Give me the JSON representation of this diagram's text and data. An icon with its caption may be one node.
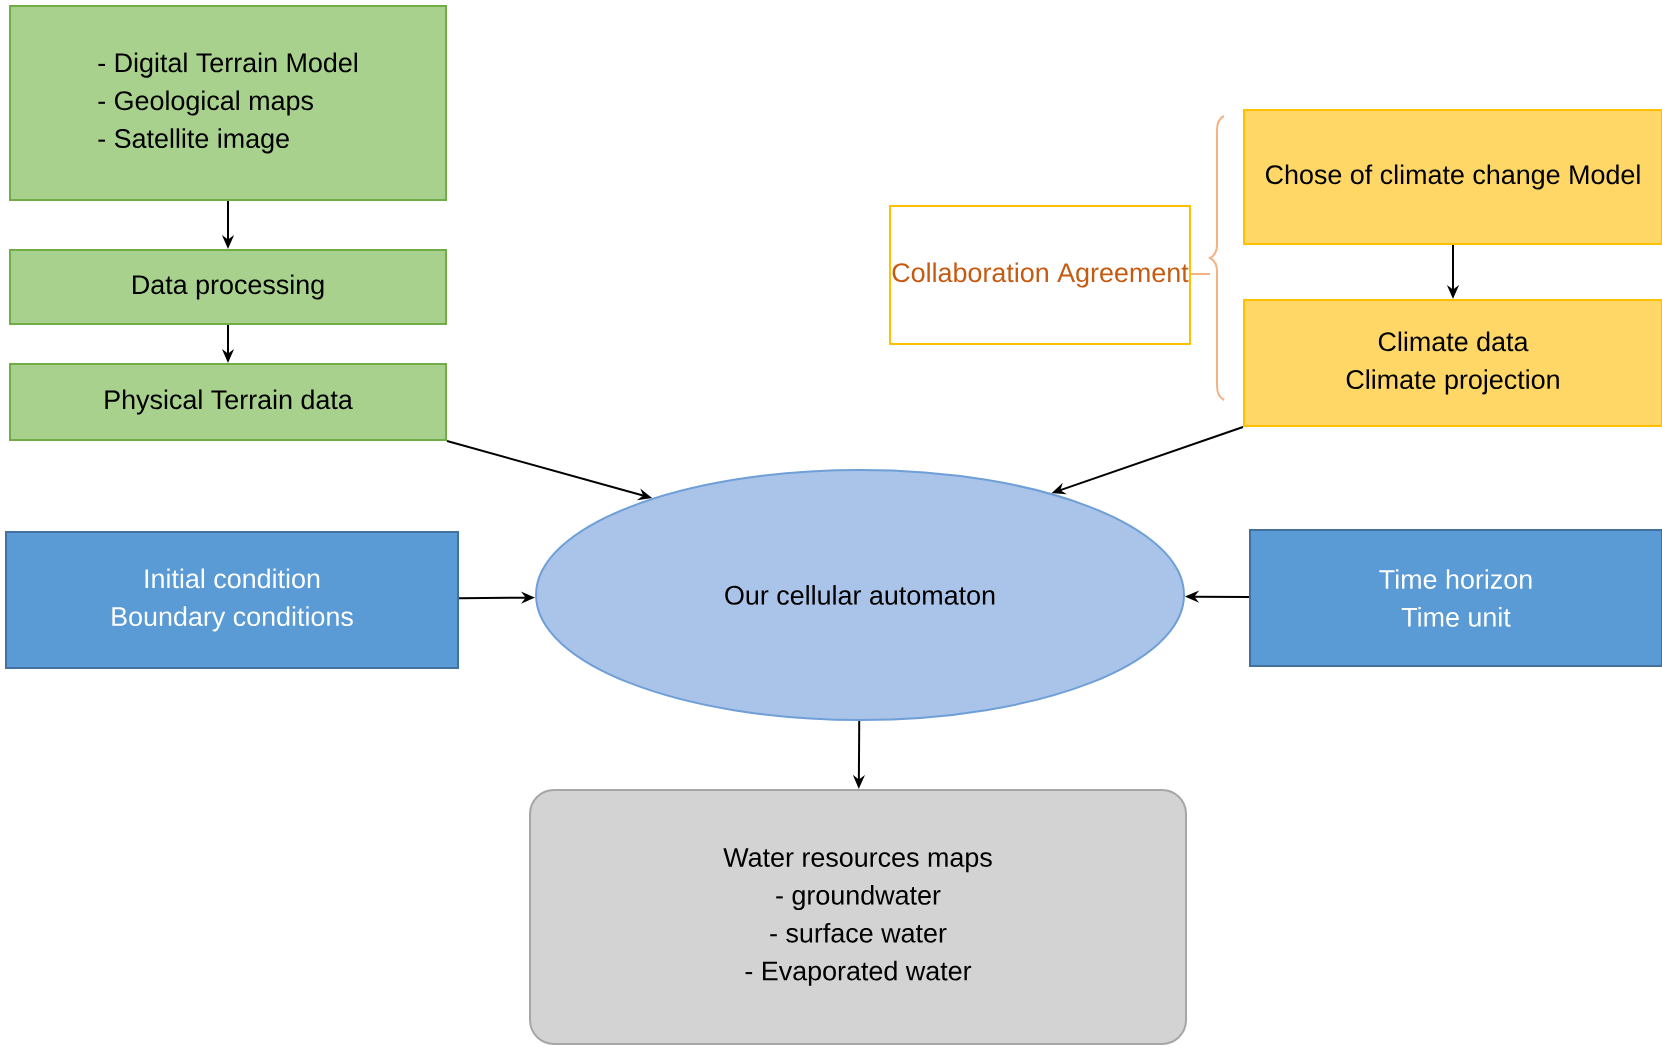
{
  "diagram": {
    "nodes": [
      {
        "text": [
          "- Digital Terrain Model",
          "- Geological maps",
          "- Satellite image"
        ]
      },
      {
        "text": [
          "Data processing"
        ]
      },
      {
        "text": [
          "Physical Terrain data"
        ]
      },
      {
        "text": [
          "Collaboration Agreement"
        ]
      },
      {
        "text": [
          "Chose of climate change Model"
        ]
      },
      {
        "text": [
          "Climate data",
          "Climate projection"
        ]
      },
      {
        "text": [
          "Initial condition",
          "Boundary conditions"
        ]
      },
      {
        "text": [
          "Our cellular automaton"
        ]
      },
      {
        "text": [
          "Time horizon",
          "Time unit"
        ]
      },
      {
        "text": [
          "Water resources maps",
          "- groundwater",
          "- surface water",
          "- Evaporated water"
        ]
      }
    ],
    "edges": [
      {
        "from": 0,
        "to": 1,
        "arrow": "to"
      },
      {
        "from": 1,
        "to": 2,
        "arrow": "to"
      },
      {
        "from": 2,
        "to": 7,
        "arrow": "to"
      },
      {
        "from": 4,
        "to": 5,
        "arrow": "to"
      },
      {
        "from": 5,
        "to": 7,
        "arrow": "to"
      },
      {
        "from": 6,
        "to": 7,
        "arrow": "to"
      },
      {
        "from": 8,
        "to": 7,
        "arrow": "to"
      },
      {
        "from": 7,
        "to": 9,
        "arrow": "to"
      }
    ]
  }
}
